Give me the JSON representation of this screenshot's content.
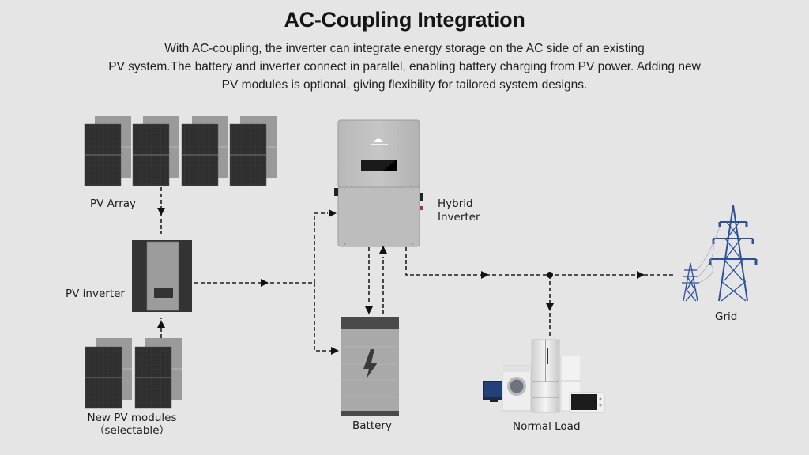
{
  "header": {
    "title": "AC-Coupling Integration",
    "description_lines": [
      "With AC-coupling, the inverter can integrate energy storage on the AC side of an existing",
      "PV system.The battery and inverter connect in parallel, enabling battery charging from PV power. Adding new",
      "PV modules is optional, giving flexibility for tailored system designs."
    ]
  },
  "components": {
    "pv_array": {
      "label": "PV Array"
    },
    "pv_inverter": {
      "label": "PV inverter"
    },
    "new_pv_modules": {
      "label_line1": "New PV modules",
      "label_line2": "（selectable）"
    },
    "hybrid_inverter": {
      "label_line1": "Hybrid",
      "label_line2": "Inverter"
    },
    "battery": {
      "label": "Battery"
    },
    "normal_load": {
      "label": "Normal Load"
    },
    "grid": {
      "label": "Grid"
    }
  },
  "connections": [
    {
      "from": "PV Array",
      "to": "PV inverter"
    },
    {
      "from": "New PV modules",
      "to": "PV inverter"
    },
    {
      "from": "PV inverter",
      "to": "Hybrid Inverter"
    },
    {
      "from": "PV inverter",
      "to": "Battery"
    },
    {
      "from": "Hybrid Inverter",
      "to": "Battery"
    },
    {
      "from": "Battery",
      "to": "Hybrid Inverter"
    },
    {
      "from": "Hybrid Inverter",
      "to": "Grid"
    },
    {
      "from": "Hybrid Inverter",
      "to": "Normal Load"
    }
  ],
  "colors": {
    "background": "#e6e5e6",
    "panel_dark": "#2e2e2e",
    "panel_back": "#9a9a9a",
    "grid_tower": "#2d5197",
    "line": "#1e1e1e"
  }
}
